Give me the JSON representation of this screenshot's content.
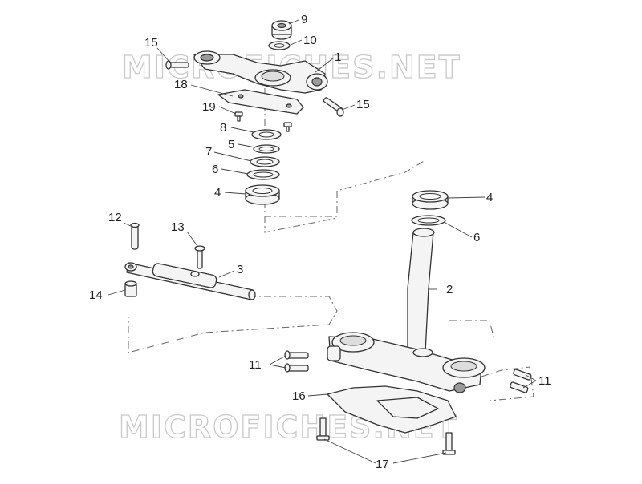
{
  "watermark": {
    "text": "MICROFICHES.NET"
  },
  "callouts": [
    {
      "id": "c9",
      "label": "9"
    },
    {
      "id": "c10",
      "label": "10"
    },
    {
      "id": "c1",
      "label": "1"
    },
    {
      "id": "c15a",
      "label": "15"
    },
    {
      "id": "c15b",
      "label": "15"
    },
    {
      "id": "c18",
      "label": "18"
    },
    {
      "id": "c19",
      "label": "19"
    },
    {
      "id": "c8",
      "label": "8"
    },
    {
      "id": "c5",
      "label": "5"
    },
    {
      "id": "c7",
      "label": "7"
    },
    {
      "id": "c6a",
      "label": "6"
    },
    {
      "id": "c4a",
      "label": "4"
    },
    {
      "id": "c4b",
      "label": "4"
    },
    {
      "id": "c6b",
      "label": "6"
    },
    {
      "id": "c12",
      "label": "12"
    },
    {
      "id": "c13",
      "label": "13"
    },
    {
      "id": "c3",
      "label": "3"
    },
    {
      "id": "c14",
      "label": "14"
    },
    {
      "id": "c2",
      "label": "2"
    },
    {
      "id": "c11a",
      "label": "11"
    },
    {
      "id": "c11b",
      "label": "11"
    },
    {
      "id": "c16",
      "label": "16"
    },
    {
      "id": "c17",
      "label": "17"
    }
  ]
}
